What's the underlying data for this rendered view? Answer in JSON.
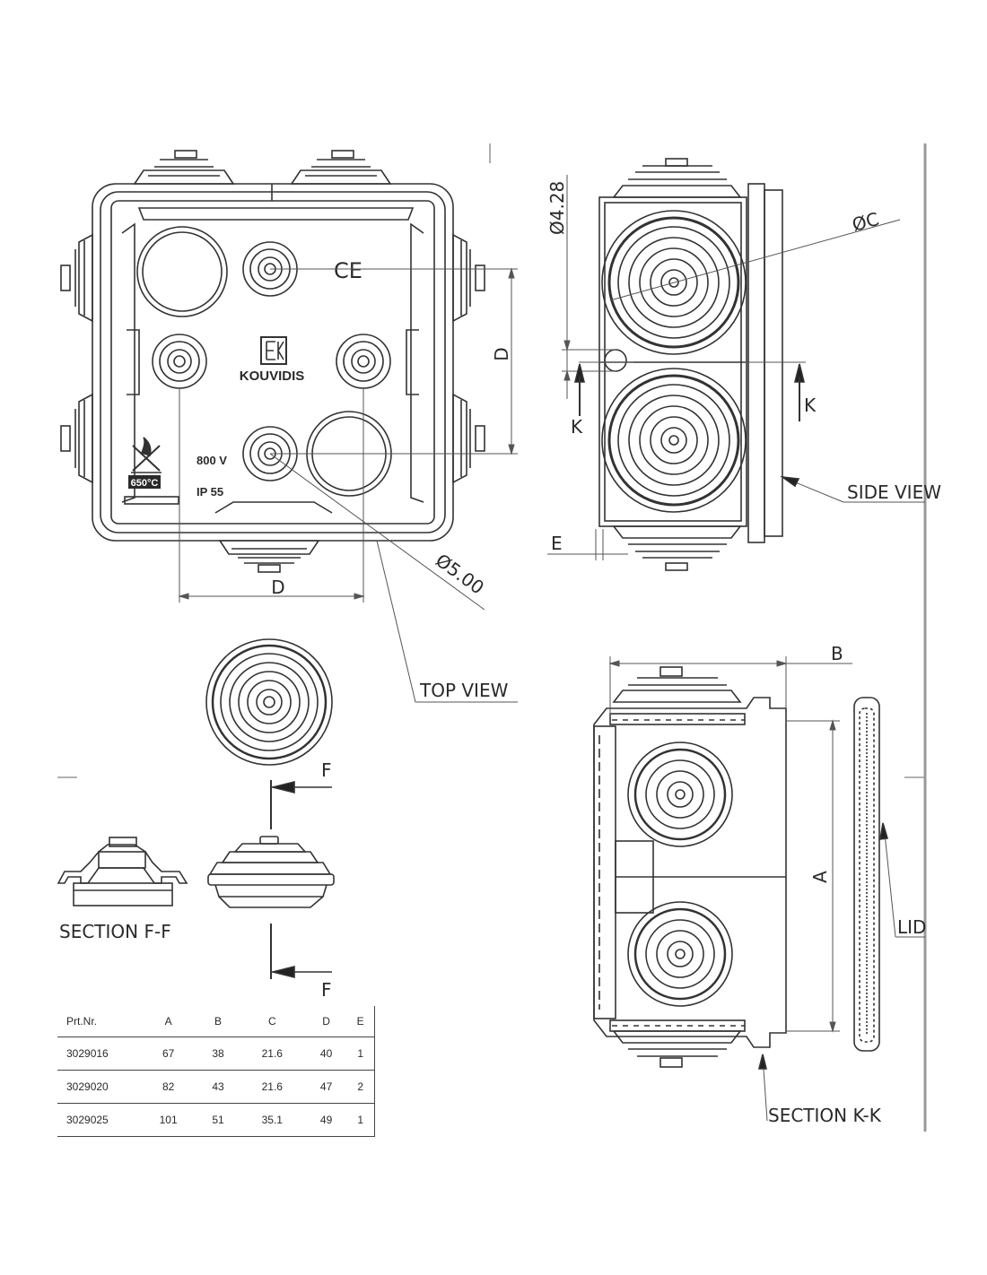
{
  "labels": {
    "top_view": "TOP VIEW",
    "side_view": "SIDE VIEW",
    "section_kk": "SECTION K-K",
    "section_ff": "SECTION F-F",
    "lid": "LID",
    "dim_d_bottom": "D",
    "dim_d_right": "D",
    "dim_dia_5": "Ø5.00",
    "dim_dia_428": "Ø4.28",
    "dim_dia_c": "ØC",
    "dim_e": "E",
    "dim_a": "A",
    "dim_b": "B",
    "k_left": "K",
    "k_right": "K",
    "f_top": "F",
    "f_bottom": "F"
  },
  "box_marks": {
    "brand": "KOUVIDIS",
    "voltage": "800 V",
    "ip_rating": "IP 55",
    "temperature": "650°C",
    "ce": "CE"
  },
  "table": {
    "headers": [
      "Prt.Nr.",
      "A",
      "B",
      "C",
      "D",
      "E"
    ],
    "rows": [
      [
        "3029016",
        "67",
        "38",
        "21.6",
        "40",
        "1"
      ],
      [
        "3029020",
        "82",
        "43",
        "21.6",
        "47",
        "2"
      ],
      [
        "3029025",
        "101",
        "51",
        "35.1",
        "49",
        "1"
      ]
    ]
  }
}
